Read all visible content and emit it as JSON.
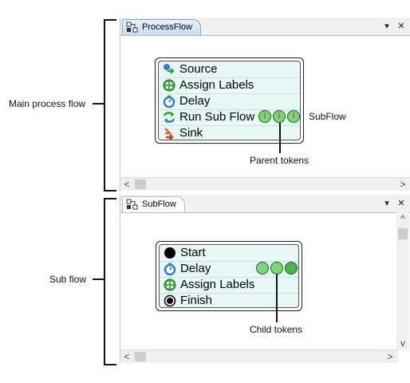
{
  "annotations": {
    "main_label": "Main process flow",
    "sub_label": "Sub flow",
    "parent_tokens": "Parent tokens",
    "child_tokens": "Child tokens"
  },
  "top_pane": {
    "tab_title": "ProcessFlow",
    "activities": [
      {
        "label": "Source",
        "icon": "source-icon"
      },
      {
        "label": "Assign Labels",
        "icon": "assign-labels-icon"
      },
      {
        "label": "Delay",
        "icon": "delay-icon"
      },
      {
        "label": "Run Sub Flow",
        "icon": "run-sub-flow-icon"
      },
      {
        "label": "Sink",
        "icon": "sink-icon"
      }
    ],
    "token_labels": [
      "1",
      "1",
      "1"
    ],
    "subflow_link": "SubFlow"
  },
  "bottom_pane": {
    "tab_title": "SubFlow",
    "activities": [
      {
        "label": "Start",
        "icon": "start-icon"
      },
      {
        "label": "Delay",
        "icon": "delay-icon"
      },
      {
        "label": "Assign Labels",
        "icon": "assign-labels-icon"
      },
      {
        "label": "Finish",
        "icon": "finish-icon"
      }
    ]
  },
  "controls": {
    "dropdown_glyph": "▾",
    "close_glyph": "✕",
    "left_arrow": "<",
    "right_arrow": ">",
    "up_arrow": "^",
    "down_arrow": "v"
  },
  "colors": {
    "flow_fill": "#e8f8f6",
    "token_fill": "#79d979",
    "tab_active": "#c7dbf2"
  }
}
